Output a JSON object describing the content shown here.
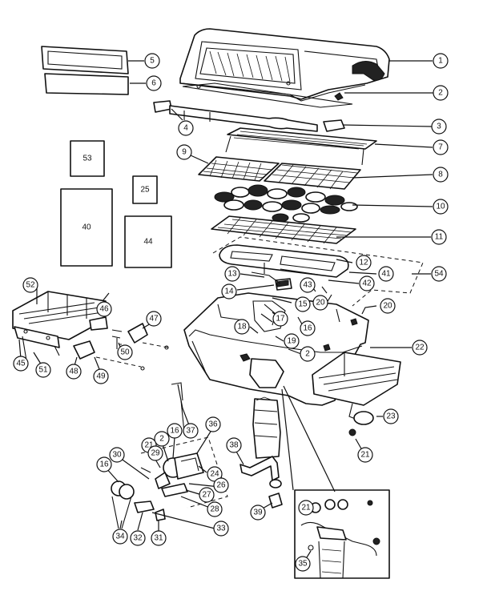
{
  "diagram": {
    "callouts": [
      "1",
      "2",
      "3",
      "4",
      "5",
      "6",
      "7",
      "8",
      "9",
      "10",
      "11",
      "12",
      "13",
      "14",
      "15",
      "16",
      "17",
      "18",
      "19",
      "2",
      "20",
      "20",
      "22",
      "23",
      "21",
      "24",
      "2",
      "16",
      "21",
      "29",
      "30",
      "36",
      "37",
      "38",
      "16",
      "34",
      "32",
      "31",
      "33",
      "28",
      "27",
      "26",
      "39",
      "21",
      "35",
      "40",
      "41",
      "42",
      "43",
      "44",
      "45",
      "46",
      "47",
      "48",
      "49",
      "50",
      "51",
      "52",
      "53",
      "54",
      "25"
    ],
    "placards": [
      "53",
      "25",
      "40",
      "44"
    ]
  }
}
